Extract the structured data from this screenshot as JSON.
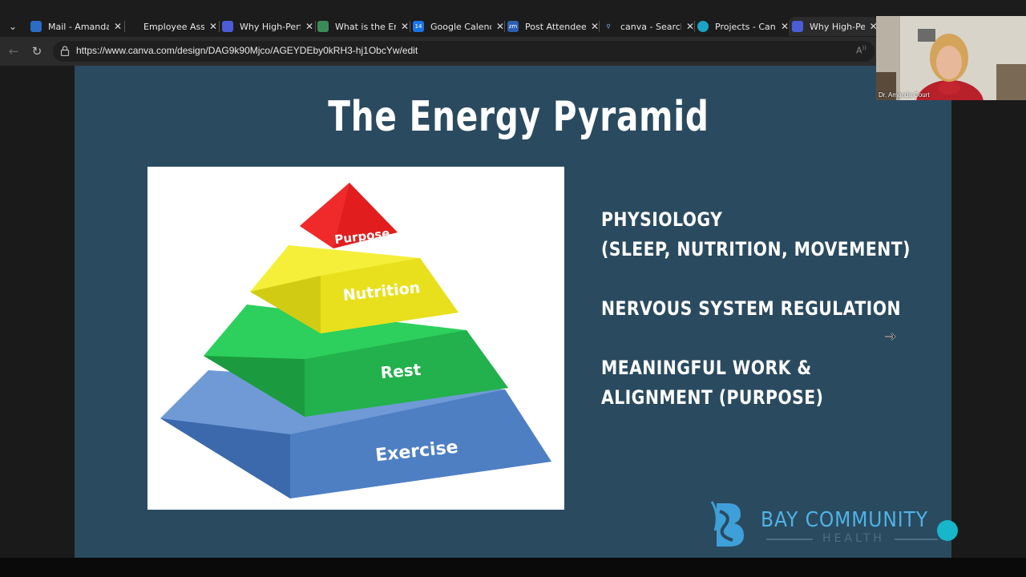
{
  "browser": {
    "tabs": [
      {
        "title": "Mail - Amanda",
        "favicon_color": "#2b6cc4"
      },
      {
        "title": "Employee Assis",
        "favicon_color": "#1c1c1c"
      },
      {
        "title": "Why High-Perfo",
        "favicon_color": "#4a5cd6"
      },
      {
        "title": "What is the Ene",
        "favicon_color": "#3c8a5a"
      },
      {
        "title": "Google Calenda",
        "favicon_color": "#1a73e8",
        "favicon_text": "14"
      },
      {
        "title": "Post Attendee",
        "favicon_color": "#2d5fb0",
        "favicon_text": "zm"
      },
      {
        "title": "canva - Search",
        "favicon_color": "#1c1c1c"
      },
      {
        "title": "Projects - Canv",
        "favicon_color": "#1aa3c4"
      },
      {
        "title": "Why High-Perfo",
        "favicon_color": "#4a5cd6"
      }
    ],
    "close_glyph": "✕",
    "url": "https://www.canva.com/design/DAG9k90Mjco/AGEYDEby0kRH3-hj1ObcYw/edit",
    "read_aloud_icon": "read-aloud-icon"
  },
  "slide": {
    "title": "The Energy Pyramid",
    "pyramid": {
      "levels": [
        {
          "label": "Purpose",
          "color": "#e11d1d"
        },
        {
          "label": "Nutrition",
          "color": "#e8e01c"
        },
        {
          "label": "Rest",
          "color": "#22b14c"
        },
        {
          "label": "Exercise",
          "color": "#4e7fc3"
        }
      ]
    },
    "bullets": [
      {
        "line1": "PHYSIOLOGY",
        "line2": "(SLEEP, NUTRITION, MOVEMENT)"
      },
      {
        "line1": "NERVOUS SYSTEM REGULATION",
        "line2": ""
      },
      {
        "line1": "MEANINGFUL WORK &",
        "line2": "ALIGNMENT (PURPOSE)"
      }
    ],
    "logo": {
      "name": "BAY COMMUNITY",
      "sub": "HEALTH",
      "accent": "#17b6c8"
    }
  },
  "webcam": {
    "participant_name": "Dr. Amanda Court"
  },
  "colors": {
    "slide_bg": "#2a4a5f",
    "logo_blue": "#4fb3e6"
  }
}
